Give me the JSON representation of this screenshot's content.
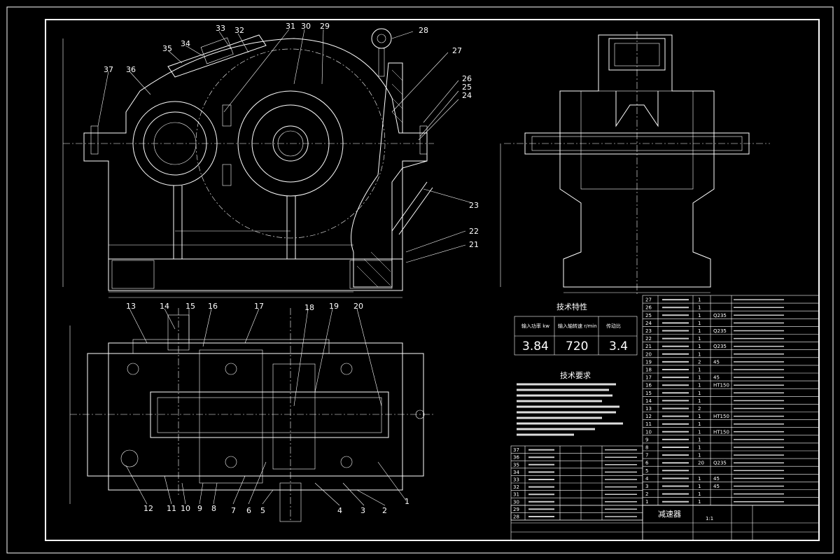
{
  "balloons": {
    "front": [
      "33",
      "32",
      "31",
      "30",
      "29",
      "28",
      "27",
      "35",
      "34",
      "37",
      "36",
      "26",
      "25",
      "24",
      "23",
      "22",
      "21"
    ],
    "top": [
      "13",
      "14",
      "15",
      "16",
      "17",
      "18",
      "19",
      "20",
      "12",
      "11",
      "10",
      "9",
      "8",
      "7",
      "6",
      "5",
      "4",
      "3",
      "2",
      "1"
    ]
  },
  "params_table": {
    "title": "技术特性",
    "headers": [
      "输入功率 kw",
      "输入轴转速 r/min",
      "传动比"
    ],
    "values": [
      "3.84",
      "720",
      "3.4"
    ]
  },
  "tech_req": {
    "title": "技术要求"
  },
  "title_block": {
    "name": "减速器",
    "scale": "1:1"
  },
  "bom_upper_numbers": [
    "27",
    "26",
    "25",
    "24",
    "23",
    "22",
    "21",
    "20",
    "19",
    "18",
    "17",
    "16",
    "15",
    "14",
    "13",
    "12",
    "11",
    "10",
    "9",
    "8",
    "7",
    "6",
    "5",
    "4",
    "3",
    "2",
    "1"
  ],
  "bom_lower_numbers": [
    "37",
    "36",
    "35",
    "34",
    "33",
    "32",
    "31",
    "30",
    "29",
    "28"
  ],
  "bom_materials_upper": [
    "",
    "",
    "Q235",
    "",
    "Q235",
    "",
    "Q235",
    "",
    "45",
    "",
    "45",
    "HT150",
    "",
    "",
    "",
    "HT150",
    "",
    "HT150",
    "",
    "",
    "",
    "Q235",
    "",
    "45",
    "45",
    "",
    ""
  ],
  "bom_qty_upper": [
    "1",
    "1",
    "1",
    "1",
    "1",
    "1",
    "1",
    "1",
    "2",
    "1",
    "1",
    "1",
    "1",
    "1",
    "2",
    "1",
    "1",
    "1",
    "1",
    "1",
    "1",
    "20",
    "",
    "1",
    "1",
    "1",
    "1"
  ]
}
